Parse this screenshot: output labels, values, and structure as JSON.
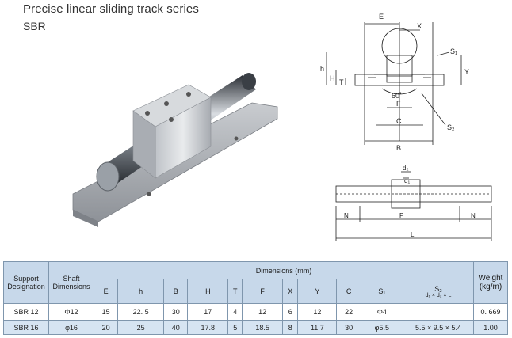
{
  "header": {
    "title": "Precise linear sliding track series",
    "subtitle": "SBR"
  },
  "drawing_labels": {
    "E": "E",
    "X": "X",
    "S1": "S₁",
    "h": "h",
    "H": "H",
    "T": "T",
    "Y": "Y",
    "angle": "60˚",
    "F": "F",
    "C": "C",
    "S2": "S₂",
    "B": "B",
    "d2": "d₂",
    "d1": "d₁",
    "N": "N",
    "P": "P",
    "L": "L"
  },
  "table": {
    "headers": {
      "support_designation": "Support Designation",
      "shaft_dimensions": "Shaft Dimensions",
      "dimensions": "Dimensions (mm)",
      "weight": "Weight (kg/m)"
    },
    "columns": [
      "E",
      "h",
      "B",
      "H",
      "T",
      "F",
      "X",
      "Y",
      "C",
      "S₁"
    ],
    "s2_header": "S₂",
    "s2_sub": "d₁ × d₂ × L",
    "rows": [
      {
        "designation": "SBR 12",
        "shaft": "Φ12",
        "values": [
          "15",
          "22. 5",
          "30",
          "17",
          "4",
          "12",
          "6",
          "12",
          "22",
          "Φ4"
        ],
        "s2": "",
        "weight": "0. 669"
      },
      {
        "designation": "SBR 16",
        "shaft": "φ16",
        "values": [
          "20",
          "25",
          "40",
          "17.8",
          "5",
          "18.5",
          "8",
          "11.7",
          "30",
          "φ5.5"
        ],
        "s2": "5.5 × 9.5 × 5.4",
        "weight": "1.00"
      }
    ]
  }
}
